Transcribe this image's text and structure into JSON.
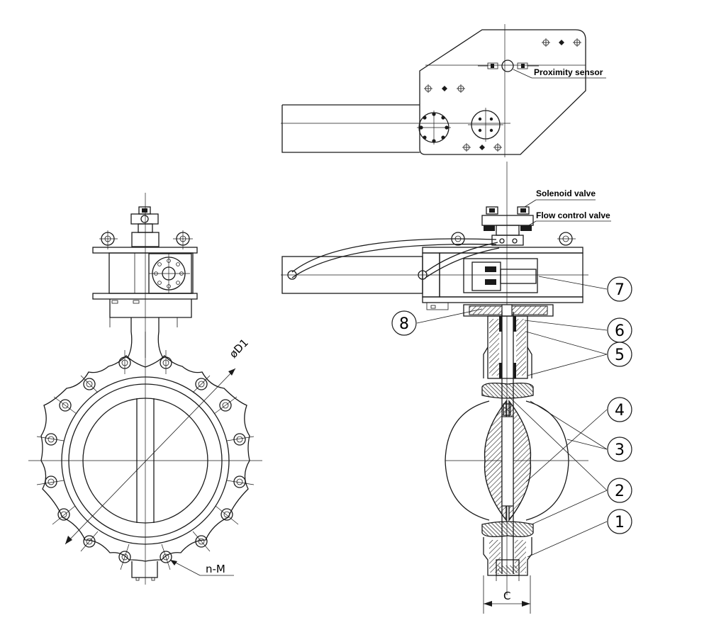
{
  "callouts": {
    "proximity_sensor": "Proximity sensor",
    "solenoid_valve": "Solenoid valve",
    "flow_control_valve": "Flow control valve"
  },
  "dimensions": {
    "d1": "øD1",
    "n_m": "n-M",
    "c": "C"
  },
  "parts": [
    "1",
    "2",
    "3",
    "4",
    "5",
    "6",
    "7",
    "8"
  ]
}
